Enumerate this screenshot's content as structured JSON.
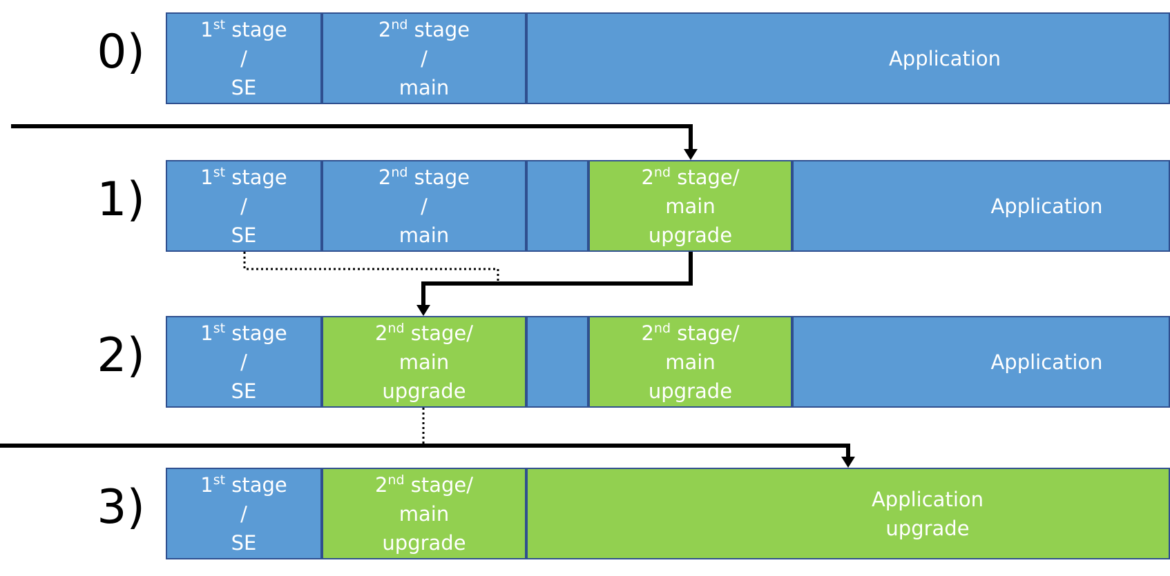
{
  "rows": [
    {
      "label": "0)",
      "blocks": [
        {
          "color": "blue",
          "lines": [
            {
              "num": "1",
              "sup": "st",
              "rest": " stage"
            },
            {
              "text": "/"
            },
            {
              "text": "SE"
            }
          ]
        },
        {
          "color": "blue",
          "lines": [
            {
              "num": "2",
              "sup": "nd",
              "rest": " stage"
            },
            {
              "text": "/"
            },
            {
              "text": "main"
            }
          ]
        },
        {
          "color": "blue",
          "lines": [
            {
              "text": "Application"
            }
          ]
        }
      ]
    },
    {
      "label": "1)",
      "blocks": [
        {
          "color": "blue",
          "lines": [
            {
              "num": "1",
              "sup": "st",
              "rest": " stage"
            },
            {
              "text": "/"
            },
            {
              "text": "SE"
            }
          ]
        },
        {
          "color": "blue",
          "lines": [
            {
              "num": "2",
              "sup": "nd",
              "rest": " stage"
            },
            {
              "text": "/"
            },
            {
              "text": "main"
            }
          ]
        },
        {
          "color": "blue",
          "lines": []
        },
        {
          "color": "green",
          "lines": [
            {
              "num": "2",
              "sup": "nd",
              "rest": " stage/"
            },
            {
              "text": "main"
            },
            {
              "text": "upgrade"
            }
          ]
        },
        {
          "color": "blue",
          "lines": [
            {
              "text": "Application"
            }
          ]
        }
      ]
    },
    {
      "label": "2)",
      "blocks": [
        {
          "color": "blue",
          "lines": [
            {
              "num": "1",
              "sup": "st",
              "rest": " stage"
            },
            {
              "text": "/"
            },
            {
              "text": "SE"
            }
          ]
        },
        {
          "color": "green",
          "lines": [
            {
              "num": "2",
              "sup": "nd",
              "rest": " stage/"
            },
            {
              "text": "main"
            },
            {
              "text": "upgrade"
            }
          ]
        },
        {
          "color": "blue",
          "lines": []
        },
        {
          "color": "green",
          "lines": [
            {
              "num": "2",
              "sup": "nd",
              "rest": " stage/"
            },
            {
              "text": "main"
            },
            {
              "text": "upgrade"
            }
          ]
        },
        {
          "color": "blue",
          "lines": [
            {
              "text": "Application"
            }
          ]
        }
      ]
    },
    {
      "label": "3)",
      "blocks": [
        {
          "color": "blue",
          "lines": [
            {
              "num": "1",
              "sup": "st",
              "rest": " stage"
            },
            {
              "text": "/"
            },
            {
              "text": "SE"
            }
          ]
        },
        {
          "color": "green",
          "lines": [
            {
              "num": "2",
              "sup": "nd",
              "rest": " stage/"
            },
            {
              "text": "main"
            },
            {
              "text": "upgrade"
            }
          ]
        },
        {
          "color": "green",
          "lines": [
            {
              "text": "Application"
            },
            {
              "text": "upgrade"
            }
          ]
        }
      ]
    }
  ],
  "colors": {
    "blue": "#5b9bd5",
    "green": "#92d050",
    "border": "#2f4f8f"
  }
}
